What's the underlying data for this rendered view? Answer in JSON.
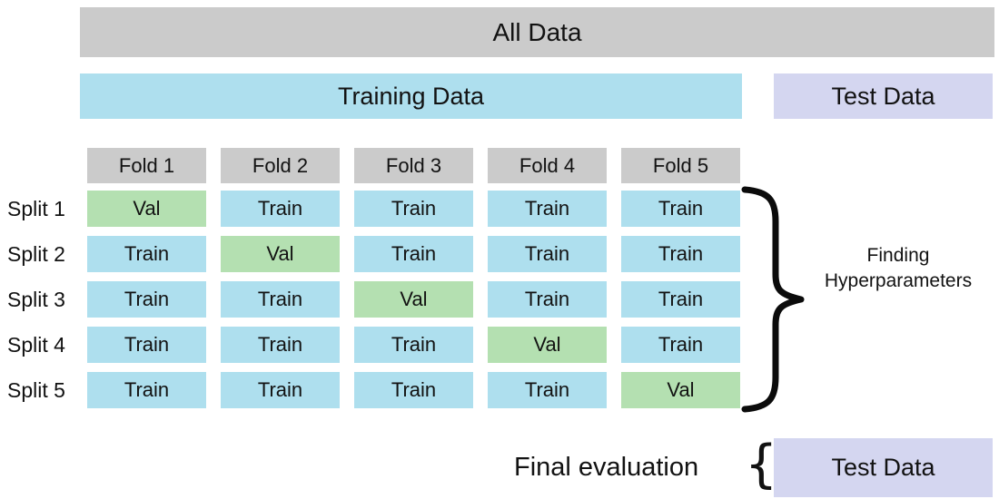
{
  "title_bars": {
    "all_data": "All Data",
    "training_data": "Training Data",
    "test_data": "Test Data"
  },
  "cv_grid": {
    "fold_headers": [
      "Fold 1",
      "Fold 2",
      "Fold 3",
      "Fold 4",
      "Fold 5"
    ],
    "splits": [
      {
        "label": "Split 1",
        "cells": [
          "Val",
          "Train",
          "Train",
          "Train",
          "Train"
        ]
      },
      {
        "label": "Split 2",
        "cells": [
          "Train",
          "Val",
          "Train",
          "Train",
          "Train"
        ]
      },
      {
        "label": "Split 3",
        "cells": [
          "Train",
          "Train",
          "Val",
          "Train",
          "Train"
        ]
      },
      {
        "label": "Split 4",
        "cells": [
          "Train",
          "Train",
          "Train",
          "Val",
          "Train"
        ]
      },
      {
        "label": "Split 5",
        "cells": [
          "Train",
          "Train",
          "Train",
          "Train",
          "Val"
        ]
      }
    ]
  },
  "annotations": {
    "brace_line1": "Finding",
    "brace_line2": "Hyperparameters",
    "final_evaluation": "Final evaluation",
    "final_brace": "{",
    "final_test_data": "Test Data"
  },
  "colors": {
    "gray": "#cbcbcb",
    "blue": "#aedfee",
    "green": "#b4e0b1",
    "lavender": "#d4d6f0",
    "text": "#121212"
  }
}
